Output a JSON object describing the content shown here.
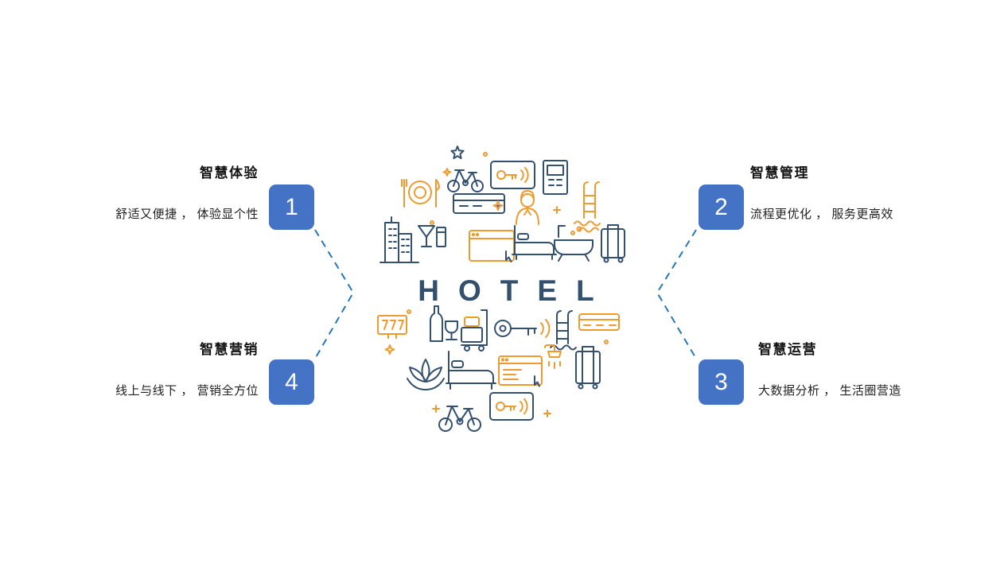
{
  "center": {
    "label": "HOTEL",
    "illustration_icons": [
      "star-icon",
      "exercise-bike-icon",
      "keycard-icon",
      "vending-machine-icon",
      "pool-ladder-icon",
      "plate-cutlery-icon",
      "ac-unit-icon",
      "receptionist-icon",
      "city-buildings-icon",
      "cocktail-icon",
      "browser-icon",
      "bed-icon",
      "bathtub-icon",
      "luggage-icon",
      "slot-sign-icon",
      "wine-icon",
      "luggage-cart-icon",
      "key-icon",
      "lotus-icon",
      "shower-icon",
      "luggage-cart-icon",
      "sparkle-icon"
    ]
  },
  "items": [
    {
      "number": "1",
      "title": "智慧体验",
      "desc": "舒适又便捷 ， 体验显个性",
      "position": "top-left"
    },
    {
      "number": "2",
      "title": "智慧管理",
      "desc": "流程更优化 ， 服务更高效",
      "position": "top-right"
    },
    {
      "number": "3",
      "title": "智慧运营",
      "desc": "大数据分析 ， 生活圈营造",
      "position": "bottom-right"
    },
    {
      "number": "4",
      "title": "智慧营销",
      "desc": "线上与线下 ， 营销全方位",
      "position": "bottom-left"
    }
  ],
  "colors": {
    "badge_blue": "#4472C4",
    "line_navy": "#33506F",
    "line_orange": "#EE9A2E",
    "connector_blue": "#2577B8",
    "background": "#FFFFFF"
  }
}
